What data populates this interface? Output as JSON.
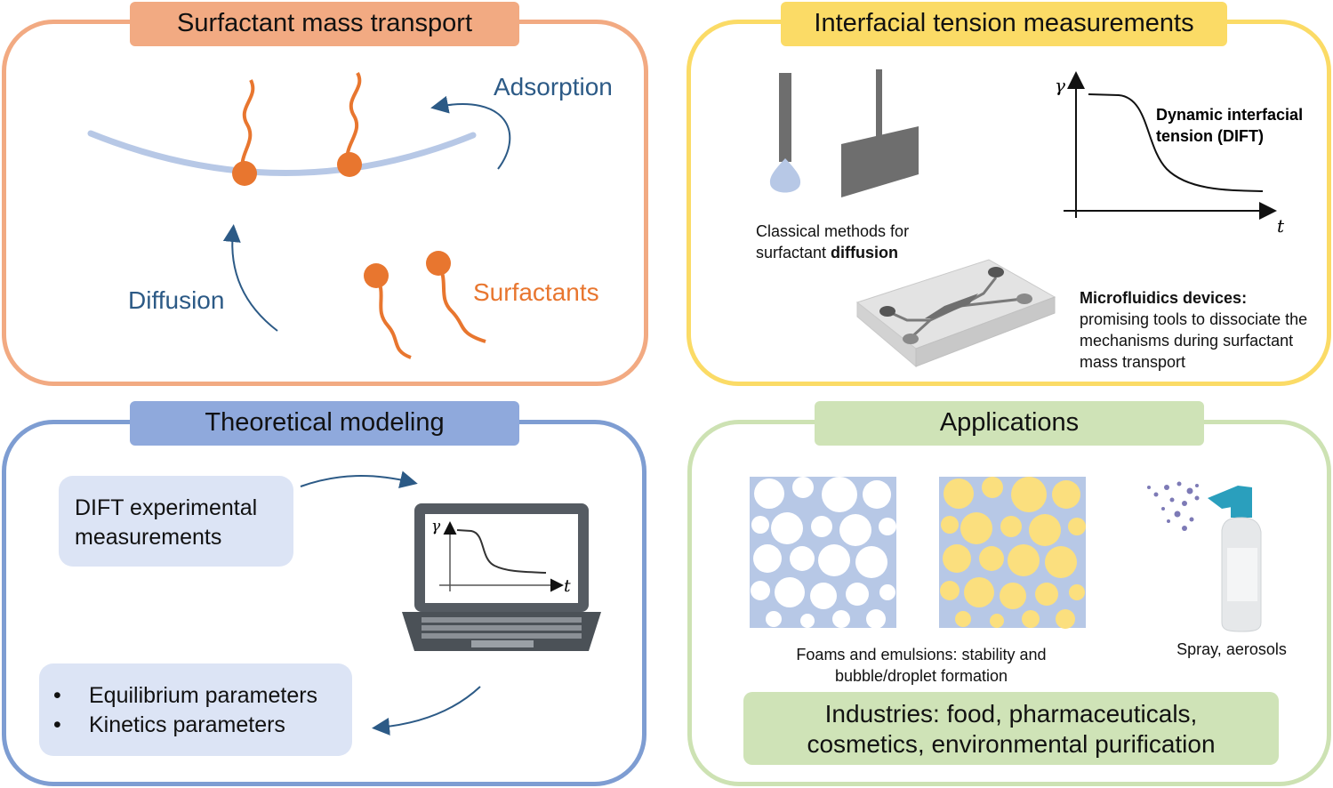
{
  "panels": {
    "mass_transport": {
      "title": "Surfactant mass transport",
      "adsorption": "Adsorption",
      "diffusion": "Diffusion",
      "surfactants": "Surfactants"
    },
    "tension": {
      "title": "Interfacial tension measurements",
      "classical_line1": "Classical methods for",
      "classical_line2_prefix": "surfactant ",
      "classical_line2_bold": "diffusion",
      "dift_label": "Dynamic interfacial tension (DIFT)",
      "y_axis": "γ",
      "x_axis": "t",
      "micro_bold": "Microfluidics devices:",
      "micro_rest": "promising tools to dissociate the mechanisms during surfactant mass transport"
    },
    "modeling": {
      "title": "Theoretical modeling",
      "dift_box": "DIFT experimental measurements",
      "laptop_y": "γ",
      "laptop_x": "t",
      "bullets": [
        "Equilibrium parameters",
        "Kinetics parameters"
      ]
    },
    "applications": {
      "title": "Applications",
      "foams_caption": "Foams and emulsions: stability and bubble/droplet formation",
      "spray_caption": "Spray, aerosols",
      "industries": "Industries: food, pharmaceuticals, cosmetics, environmental purification"
    }
  },
  "colors": {
    "orange": "#f2aa82",
    "yellow": "#fbdb66",
    "blue": "#7e9dd2",
    "green": "#cde2b3",
    "surfactant": "#e8762f",
    "interface": "#b7c8e6"
  }
}
